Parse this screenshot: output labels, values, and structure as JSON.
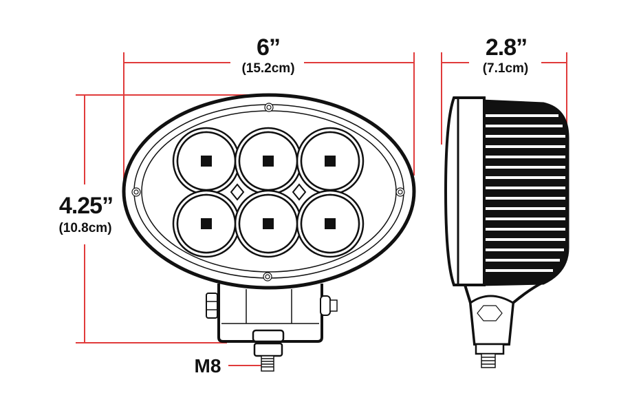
{
  "diagram": {
    "subject": "Oval 6-LED work light dimension drawing",
    "accent_color": "#e03a3a",
    "dimensions": {
      "width": {
        "imperial": "6”",
        "metric": "(15.2cm)"
      },
      "depth": {
        "imperial": "2.8”",
        "metric": "(7.1cm)"
      },
      "height": {
        "imperial": "4.25”",
        "metric": "(10.8cm)"
      },
      "bolt": {
        "label": "M8"
      }
    },
    "views": [
      "front-view",
      "side-view"
    ],
    "led_count": 6
  }
}
